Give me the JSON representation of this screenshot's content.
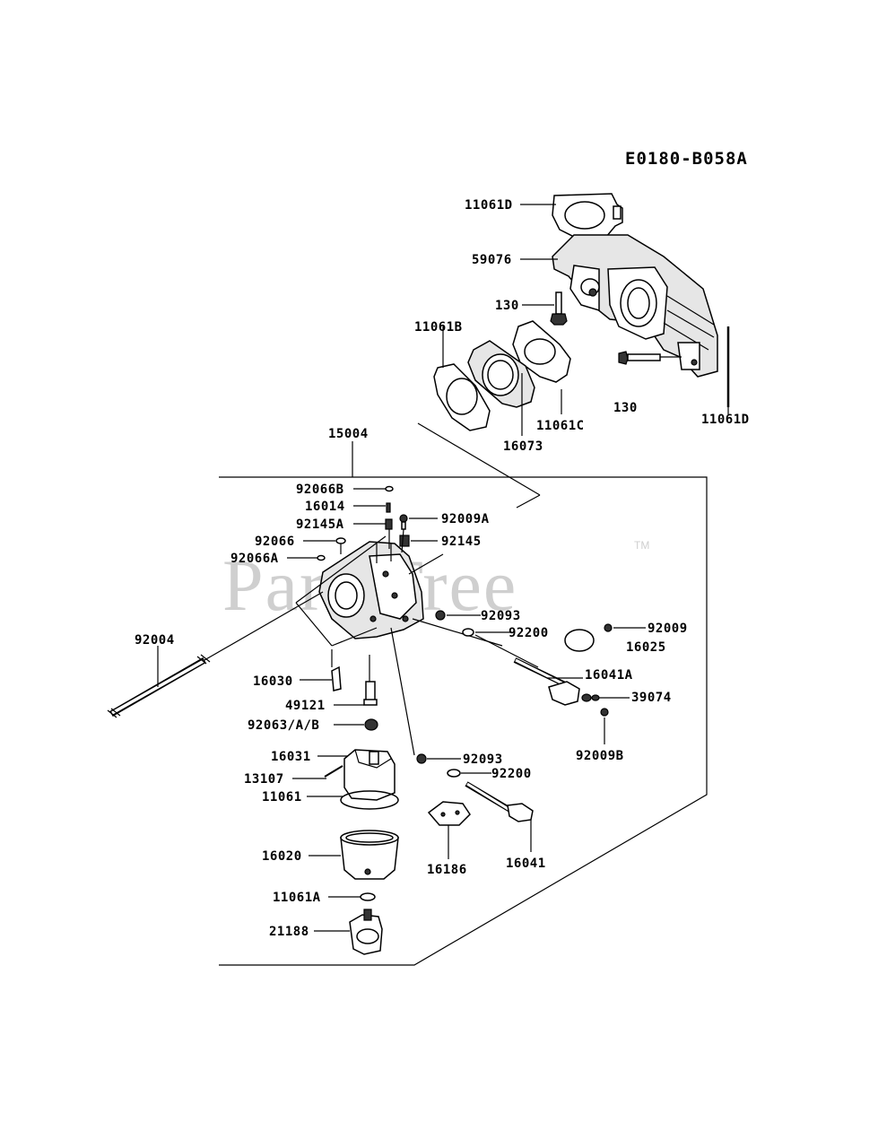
{
  "diagram_code": "E0180-B058A",
  "watermark": {
    "text": "PartsTree",
    "trademark": "TM"
  },
  "parts": [
    {
      "id": "11061D_top",
      "label": "11061D"
    },
    {
      "id": "59076",
      "label": "59076"
    },
    {
      "id": "130_a",
      "label": "130"
    },
    {
      "id": "11061B",
      "label": "11061B"
    },
    {
      "id": "130_b",
      "label": "130"
    },
    {
      "id": "11061C",
      "label": "11061C"
    },
    {
      "id": "16073",
      "label": "16073"
    },
    {
      "id": "11061D_side",
      "label": "11061D"
    },
    {
      "id": "15004",
      "label": "15004"
    },
    {
      "id": "92066B",
      "label": "92066B"
    },
    {
      "id": "16014",
      "label": "16014"
    },
    {
      "id": "92145A",
      "label": "92145A"
    },
    {
      "id": "92009A",
      "label": "92009A"
    },
    {
      "id": "92066",
      "label": "92066"
    },
    {
      "id": "92145",
      "label": "92145"
    },
    {
      "id": "92066A",
      "label": "92066A"
    },
    {
      "id": "92093_a",
      "label": "92093"
    },
    {
      "id": "92200_a",
      "label": "92200"
    },
    {
      "id": "92009",
      "label": "92009"
    },
    {
      "id": "16025",
      "label": "16025"
    },
    {
      "id": "92004",
      "label": "92004"
    },
    {
      "id": "16041A",
      "label": "16041A"
    },
    {
      "id": "16030",
      "label": "16030"
    },
    {
      "id": "39074",
      "label": "39074"
    },
    {
      "id": "49121",
      "label": "49121"
    },
    {
      "id": "92063AB",
      "label": "92063/A/B"
    },
    {
      "id": "92009B",
      "label": "92009B"
    },
    {
      "id": "16031",
      "label": "16031"
    },
    {
      "id": "92093_b",
      "label": "92093"
    },
    {
      "id": "13107",
      "label": "13107"
    },
    {
      "id": "92200_b",
      "label": "92200"
    },
    {
      "id": "11061",
      "label": "11061"
    },
    {
      "id": "16020",
      "label": "16020"
    },
    {
      "id": "16186",
      "label": "16186"
    },
    {
      "id": "16041",
      "label": "16041"
    },
    {
      "id": "11061A",
      "label": "11061A"
    },
    {
      "id": "21188",
      "label": "21188"
    }
  ]
}
